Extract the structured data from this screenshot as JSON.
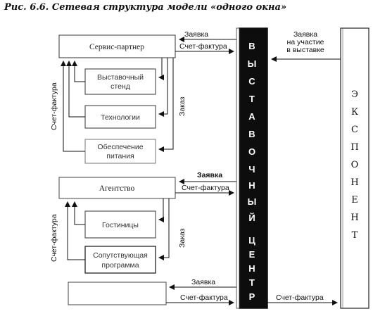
{
  "title": "Рис. 6.6. Сетевая структура модели «одного окна»",
  "boxes": {
    "service_partner": "Сервис-партнер",
    "exhibition_stand": [
      "Выставочный",
      "стенд"
    ],
    "technologies": "Технологии",
    "catering": [
      "Обеспечение",
      "питания"
    ],
    "agency": "Агентство",
    "hotels": "Гостиницы",
    "program": [
      "Сопутствующая",
      "программа"
    ],
    "bottom_empty": ""
  },
  "exhibition_center": {
    "letters_top": [
      "В",
      "Ы",
      "С",
      "Т",
      "А",
      "В",
      "О",
      "Ч",
      "Н",
      "Ы",
      "Й"
    ],
    "letters_bottom": [
      "Ц",
      "Е",
      "Н",
      "Т",
      "Р"
    ]
  },
  "exhibitor": {
    "letters": [
      "Э",
      "К",
      "С",
      "П",
      "О",
      "Н",
      "Е",
      "Н",
      "Т"
    ]
  },
  "labels": {
    "request": "Заявка",
    "invoice": "Счет-фактура",
    "request_participation": [
      "Заявка",
      "на участие",
      "в выставке"
    ],
    "order": "Заказ",
    "invoice_side": "Счет-фактура"
  },
  "colors": {
    "ink": "#111111",
    "center_fill": "#0d0d0d",
    "box_stroke": "#333333"
  }
}
